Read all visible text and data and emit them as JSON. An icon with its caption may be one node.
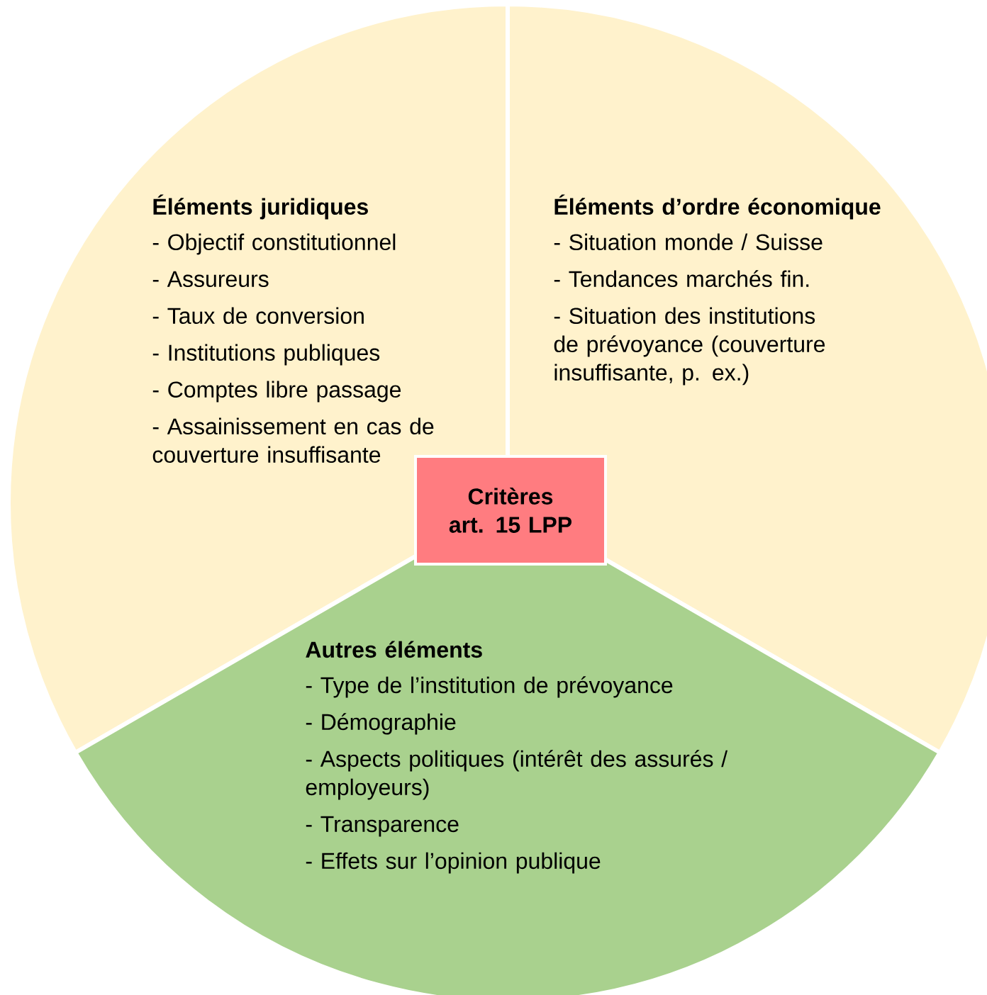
{
  "diagram": {
    "nodes": [
      {
        "text": [
          "Éléments juridiques",
          "- Objectif constitutionnel",
          "- Assureurs",
          "- Taux de conversion",
          "- Institutions publiques",
          "- Comptes libre passage",
          "- Assainissement en cas de couverture insuffisante"
        ]
      },
      {
        "text": [
          "Éléments d’ordre économique",
          "- Situation monde / Suisse",
          "- Tendances marchés fin.",
          "- Situation des institutions de prévoyance (couverture insuffisante, p. ex.)"
        ]
      },
      {
        "text": [
          "Autres éléments",
          "- Type de l’institution de prévoyance",
          "- Démographie",
          "- Aspects politiques (intérêt des assurés / employeurs)",
          "- Transparence",
          "- Effets sur l’opinion publique"
        ]
      },
      {
        "text": [
          "Critères art. 15 LPP"
        ]
      }
    ]
  }
}
